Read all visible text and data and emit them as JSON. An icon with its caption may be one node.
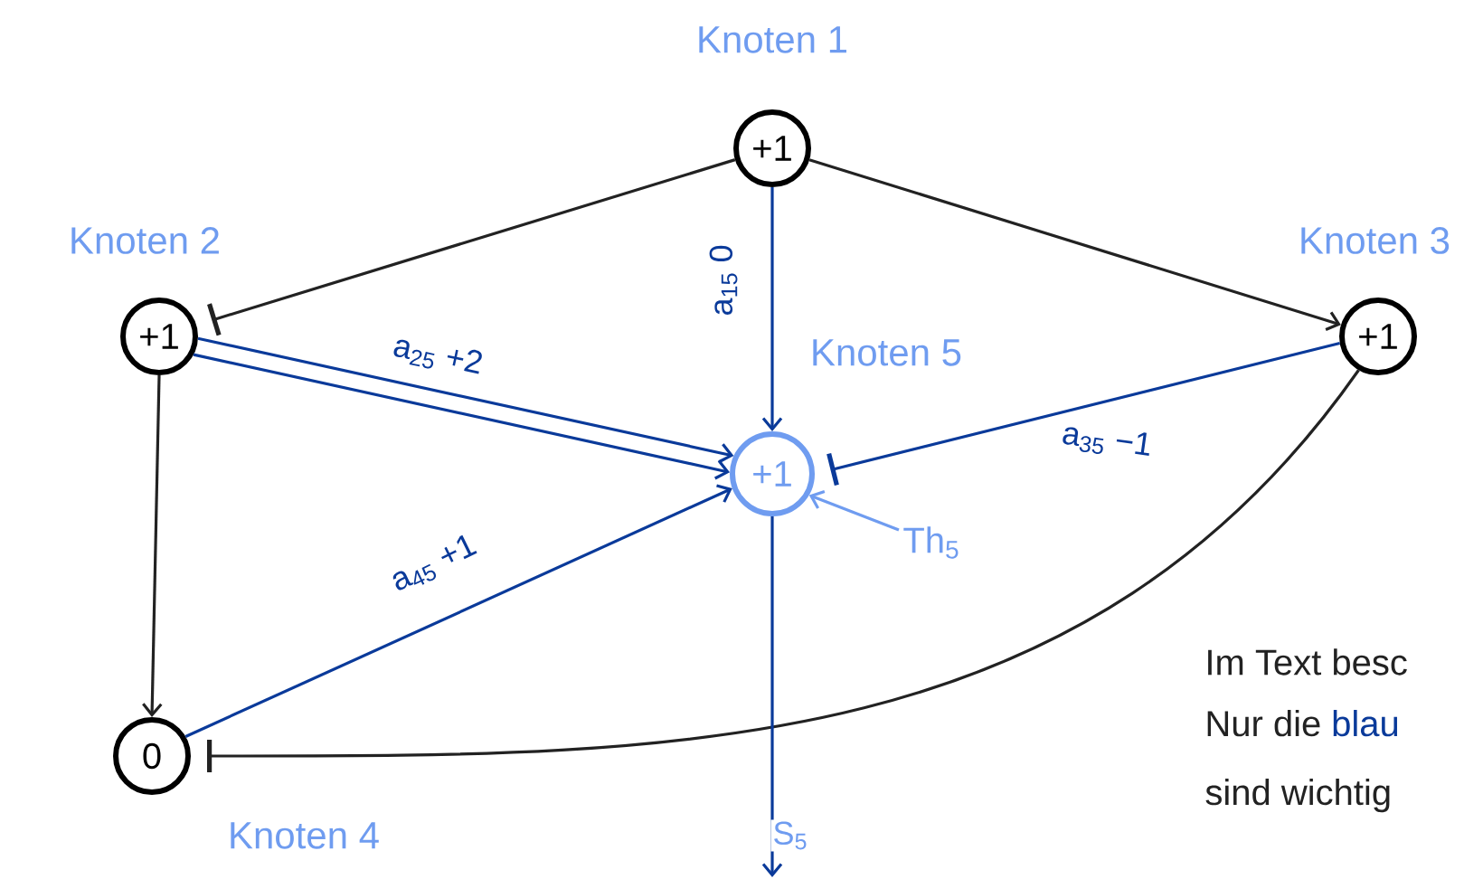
{
  "diagram": {
    "nodes": [
      {
        "text": [
          "+1"
        ],
        "beside": [
          "Knoten 1"
        ]
      },
      {
        "text": [
          "+1"
        ],
        "beside": [
          "Knoten 2"
        ]
      },
      {
        "text": [
          "+1"
        ],
        "beside": [
          "Knoten 3"
        ]
      },
      {
        "text": [
          "0"
        ],
        "beside": [
          "Knoten 4"
        ]
      },
      {
        "text": [
          "+1"
        ],
        "beside": [
          "Knoten 5"
        ]
      },
      {
        "text": [
          "Th$_{5}$"
        ]
      }
    ],
    "edges": [
      {
        "from": 0,
        "to": 1,
        "arrow": "other",
        "color": "#222222"
      },
      {
        "from": 0,
        "to": 2,
        "arrow": "to",
        "color": "#222222"
      },
      {
        "from": 0,
        "to": 4,
        "arrow": "to",
        "label": "a$_{15}$  0"
      },
      {
        "from": 1,
        "to": 4,
        "arrow": "to",
        "label": "a$_{25}$  +2"
      },
      {
        "from": 1,
        "to": 4,
        "arrow": "to"
      },
      {
        "from": 1,
        "to": 3,
        "arrow": "to",
        "color": "#222222"
      },
      {
        "from": 3,
        "to": 4,
        "arrow": "to",
        "label": "a$_{45}$  +1"
      },
      {
        "from": 2,
        "to": 4,
        "arrow": "other",
        "label": "a$_{35}$  −1"
      },
      {
        "from": 2,
        "to": 3,
        "arrow": "other",
        "color": "#222222"
      },
      {
        "from": 5,
        "to": 4,
        "arrow": "to",
        "color": "#6f9cf0"
      },
      {
        "from": 4,
        "to": null,
        "arrow": "to",
        "label": "S$_{5}$"
      }
    ],
    "labels": [
      "Im Text besc",
      "Nur die",
      "blau",
      "sind wichtig"
    ]
  }
}
